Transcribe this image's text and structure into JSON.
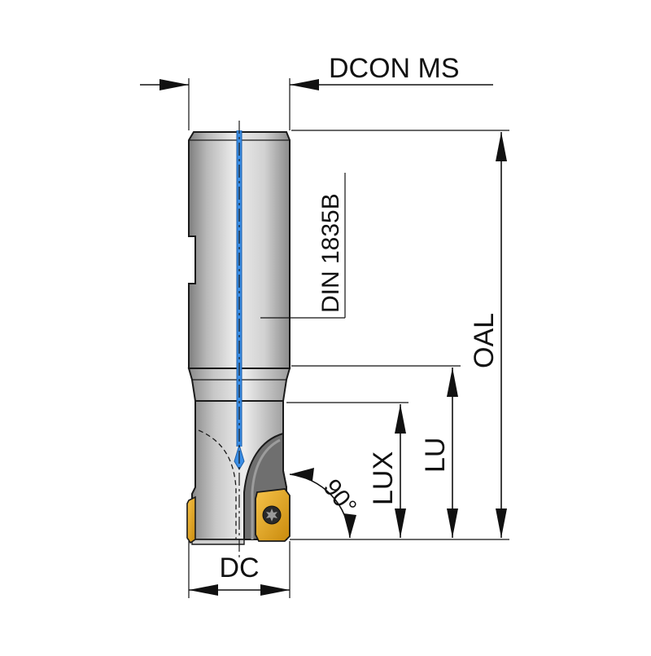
{
  "labels": {
    "dcon_ms": "DCON MS",
    "oal": "OAL",
    "lu": "LU",
    "lux": "LUX",
    "dc": "DC",
    "angle": "90°",
    "shank_standard": "DIN 1835B"
  },
  "colors": {
    "coolant_channel": "#3a8ee6",
    "insert": "#e8a417",
    "body_light": "#e4e4e4",
    "body_dark": "#8e8e8e",
    "outline": "#1a1a1a"
  },
  "icons": {
    "insert_screw": "torx-screw-icon"
  }
}
